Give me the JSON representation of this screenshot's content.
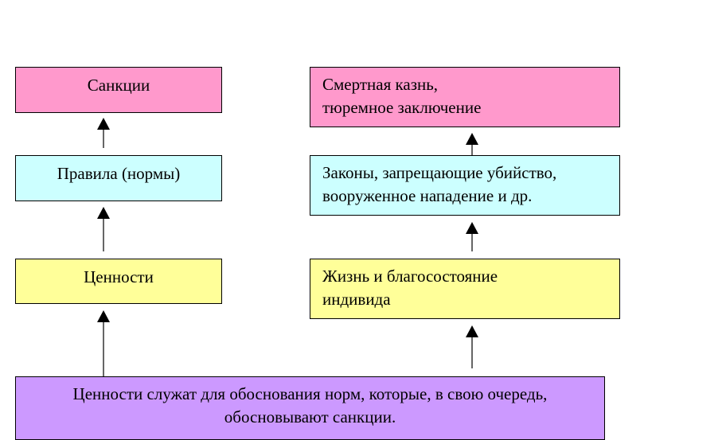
{
  "left_column": {
    "sanctions": "Санкции",
    "rules": "Правила (нормы)",
    "values": "Ценности"
  },
  "right_column": {
    "sanctions_example": [
      "Смертная казнь,",
      "тюремное заключение"
    ],
    "rules_example": [
      "Законы, запрещающие убийство,",
      "вооруженное нападение и др."
    ],
    "values_example": [
      "Жизнь и благосостояние",
      "индивида"
    ]
  },
  "summary": [
    "Ценности служат для обоснования норм, которые, в свою очередь,",
    "обосновывают санкции."
  ],
  "colors": {
    "sanctions": "#ff99cc",
    "rules": "#ccffff",
    "values": "#ffff99",
    "summary": "#cc99ff"
  }
}
